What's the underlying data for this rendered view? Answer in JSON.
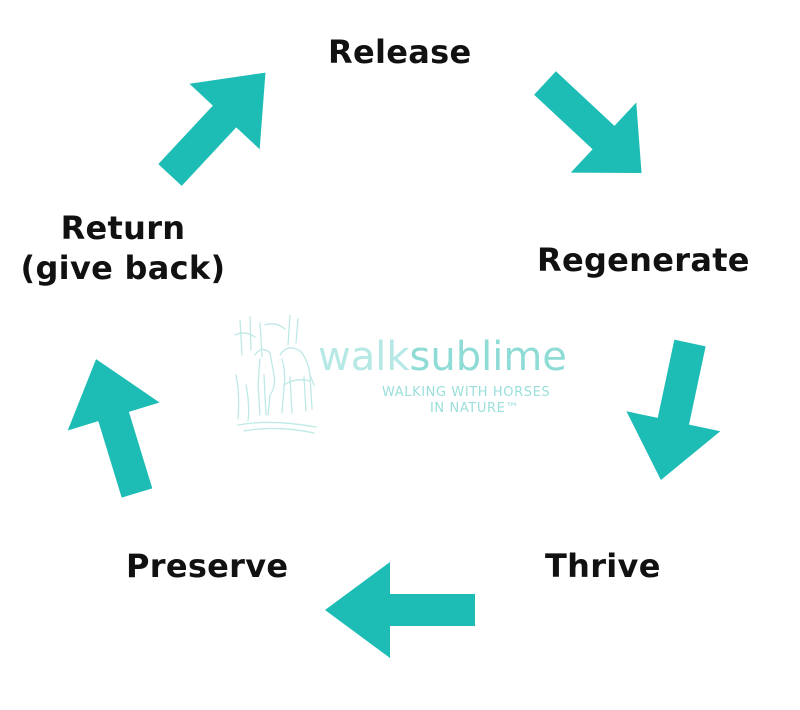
{
  "cycle": {
    "stages": [
      {
        "id": "release",
        "label": "Release"
      },
      {
        "id": "regenerate",
        "label": "Regenerate"
      },
      {
        "id": "thrive",
        "label": "Thrive"
      },
      {
        "id": "preserve",
        "label": "Preserve"
      },
      {
        "id": "return",
        "label_line1": "Return",
        "label_line2": "(give back)"
      }
    ],
    "arrow_color": "#1dbdb5",
    "arrow_count": 5
  },
  "logo": {
    "word_part1": "walk",
    "word_part2": "sublime",
    "tagline_line1": "WALKING WITH HORSES",
    "tagline_line2": "IN NATURE™",
    "colors": {
      "light": "#b6e9e6",
      "main": "#8fdcd7"
    }
  }
}
